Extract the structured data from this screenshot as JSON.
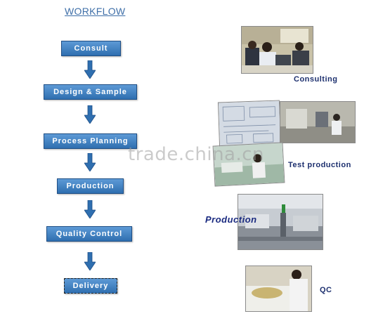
{
  "title": "WORKFLOW",
  "steps": [
    {
      "label": "Consult"
    },
    {
      "label": "Design & Sample"
    },
    {
      "label": "Process Planning"
    },
    {
      "label": "Production"
    },
    {
      "label": "Quality Control"
    },
    {
      "label": "Delivery"
    }
  ],
  "photos": {
    "consulting": {
      "caption": "Consulting"
    },
    "test_production": {
      "caption": "Test production"
    },
    "production": {
      "caption": "Production"
    },
    "qc": {
      "caption": "QC"
    }
  },
  "watermark": "trade.china.cn",
  "colors": {
    "title": "#3f6fa8",
    "step_fill": "#4a87c8",
    "arrow": "#2f6fb0",
    "caption": "#1c2f6e"
  }
}
